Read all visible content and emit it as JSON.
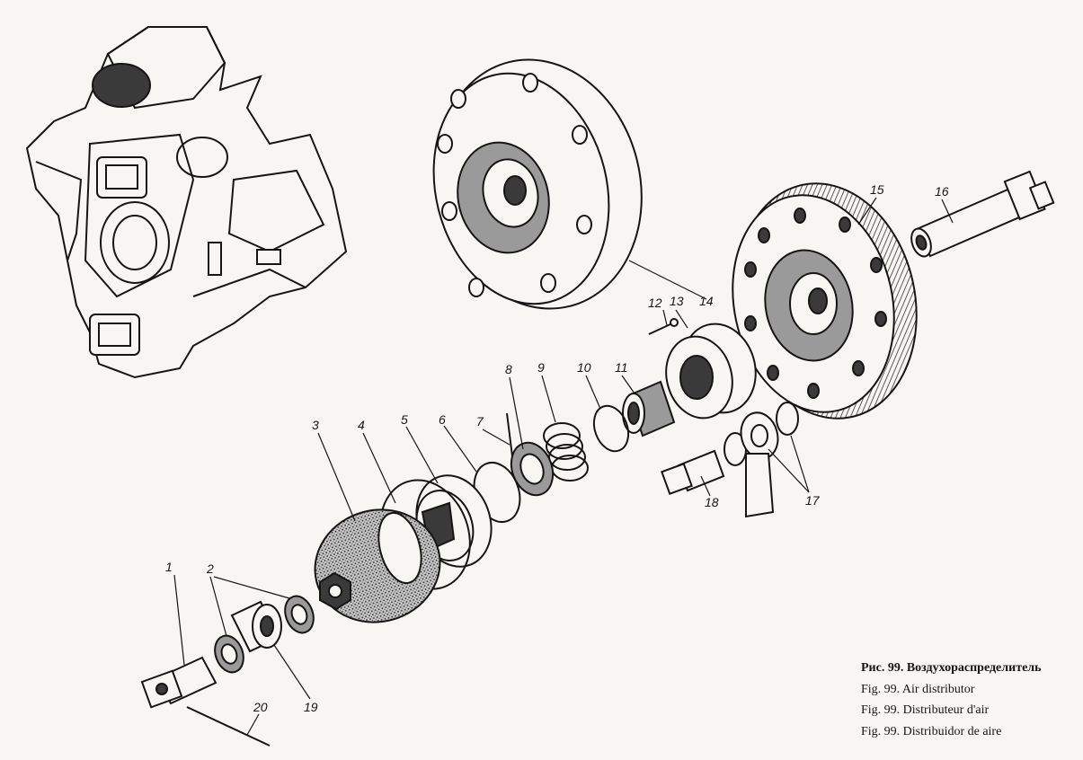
{
  "caption": {
    "ru": "Рис. 99. Воздухораспределитель",
    "en": "Fig. 99. Air distributor",
    "fr": "Fig. 99. Distributeur d'air",
    "es": "Fig. 99. Distribuidor de aire"
  },
  "callouts": [
    "1",
    "2",
    "3",
    "4",
    "5",
    "6",
    "7",
    "8",
    "9",
    "10",
    "11",
    "12",
    "13",
    "14",
    "15",
    "16",
    "17",
    "18",
    "19",
    "20"
  ]
}
